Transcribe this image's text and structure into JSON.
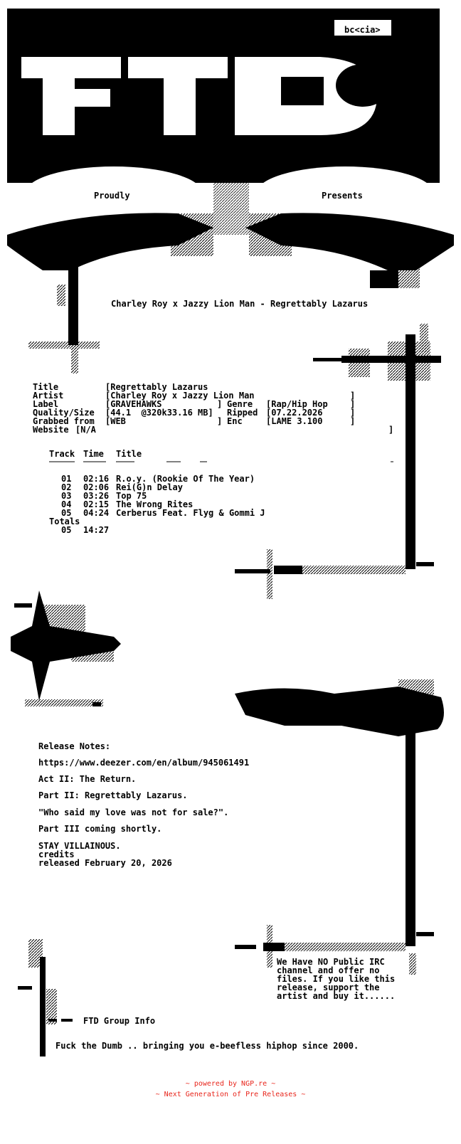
{
  "header": {
    "signature": "bc<cia>",
    "proudly": "Proudly",
    "presents": "Presents",
    "release_title": "Charley Roy x Jazzy Lion Man - Regrettably Lazarus"
  },
  "info": {
    "title_label": "Title",
    "title_value": "[Regrettably Lazarus",
    "artist_label": "Artist",
    "artist_value": "[Charley Roy x Jazzy Lion Man",
    "label_label": "Label",
    "label_value": "[GRAVEHAWKS",
    "genre_label": "Genre",
    "genre_value": "[Rap/Hip Hop",
    "quality_label": "Quality/Size",
    "quality_value": "[44.1  @320k33.16 MB]",
    "ripped_label": "Ripped",
    "ripped_value": "[07.22.2026",
    "grabbed_label": "Grabbed from",
    "grabbed_value": "[WEB",
    "enc_label": "Enc",
    "enc_value": "[LAME 3.100",
    "website_label": "Website",
    "website_value": "[N/A"
  },
  "tracklist": {
    "col_track": "Track",
    "col_time": "Time",
    "col_title": "Title",
    "tracks": [
      {
        "num": "01",
        "time": "02:16",
        "title": "R.o.y. (Rookie Of The Year)"
      },
      {
        "num": "02",
        "time": "02:06",
        "title": "Rei(G)n Delay"
      },
      {
        "num": "03",
        "time": "03:26",
        "title": "Top 75"
      },
      {
        "num": "04",
        "time": "02:15",
        "title": "The Wrong Rites"
      },
      {
        "num": "05",
        "time": "04:24",
        "title": "Cerberus Feat. Flyg & Gommi J"
      }
    ],
    "totals_label": "Totals",
    "totals_count": "05",
    "totals_time": "14:27"
  },
  "notes": {
    "heading": "Release Notes:",
    "url": "https://www.deezer.com/en/album/945061491",
    "act": "Act II: The Return.",
    "part": "Part II: Regrettably Lazarus.",
    "quote": "\"Who said my love was not for sale?\".",
    "next": "Part III coming shortly.",
    "stay": "STAY VILLAINOUS.",
    "credits": "credits",
    "released": "released February 20, 2026"
  },
  "irc": {
    "line1": "We Have NO Public IRC",
    "line2": "channel and offer no",
    "line3": "files. If you like this",
    "line4": "release, support the",
    "line5": "artist and buy it......"
  },
  "group": {
    "info_label": "FTD Group Info",
    "motto": "Fuck the Dumb .. bringing you e-beefless hiphop since 2000."
  },
  "footer": {
    "powered": "~ powered by NGP.re ~",
    "next_gen": "~ Next Generation of Pre Releases ~"
  },
  "colors": {
    "ink": "#000000",
    "paper": "#ffffff",
    "footer_red": "#e8261c"
  }
}
